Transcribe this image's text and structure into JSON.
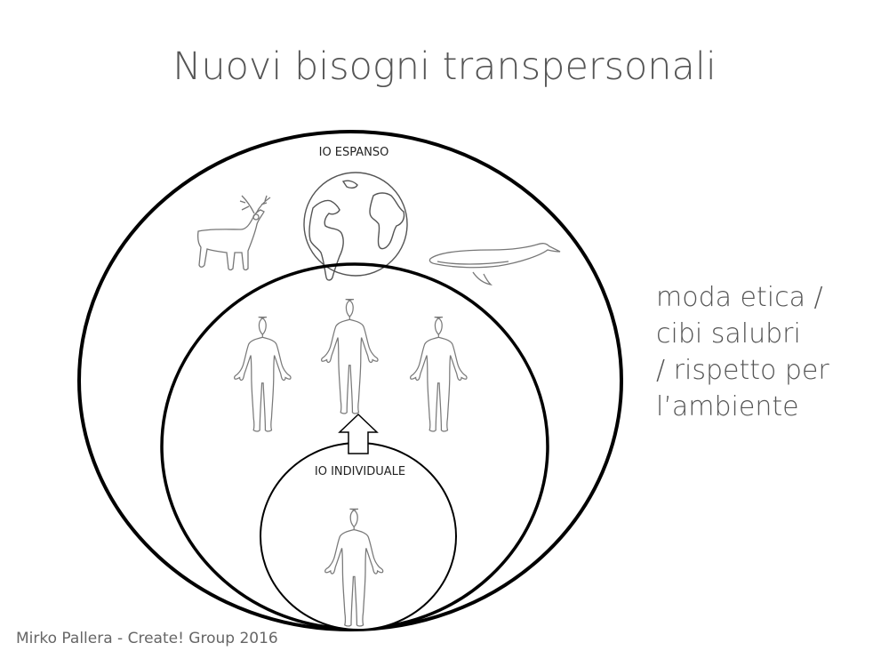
{
  "slide": {
    "title": "Nuovi bisogni transpersonali",
    "side_text": {
      "lines": [
        "moda etica /",
        "cibi salubri",
        "/ rispetto per",
        "l’ambiente"
      ]
    },
    "footer": "Mirko Pallera - Create! Group 2016"
  },
  "diagram": {
    "outer_circle": {
      "label": "IO ESPANSO",
      "icons": [
        "deer-icon",
        "globe-icon",
        "whale-icon"
      ]
    },
    "middle_circle": {
      "figures": 3
    },
    "inner_circle": {
      "label": "IO INDIVIDUALE",
      "figures": 1
    },
    "arrow": {
      "direction": "up"
    },
    "colors": {
      "circle_stroke": "#000000",
      "icon_stroke": "#777777",
      "text": "#555555"
    }
  }
}
